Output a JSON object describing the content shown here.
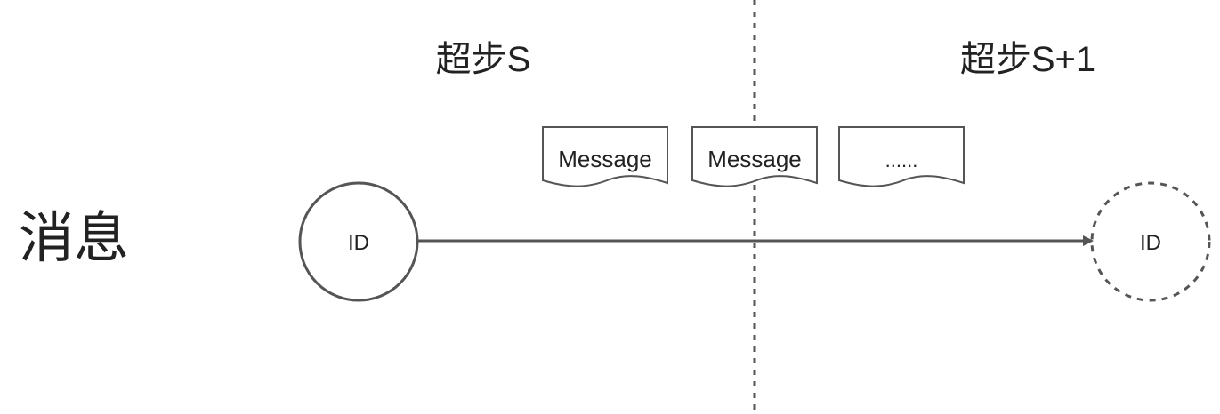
{
  "row_label": "消息",
  "superstep_left": "超步S",
  "superstep_right": "超步S+1",
  "messages": [
    "Message",
    "Message",
    "......"
  ],
  "source_vertex": "ID",
  "target_vertex": "ID",
  "colors": {
    "stroke": "#555555",
    "text": "#222222"
  }
}
